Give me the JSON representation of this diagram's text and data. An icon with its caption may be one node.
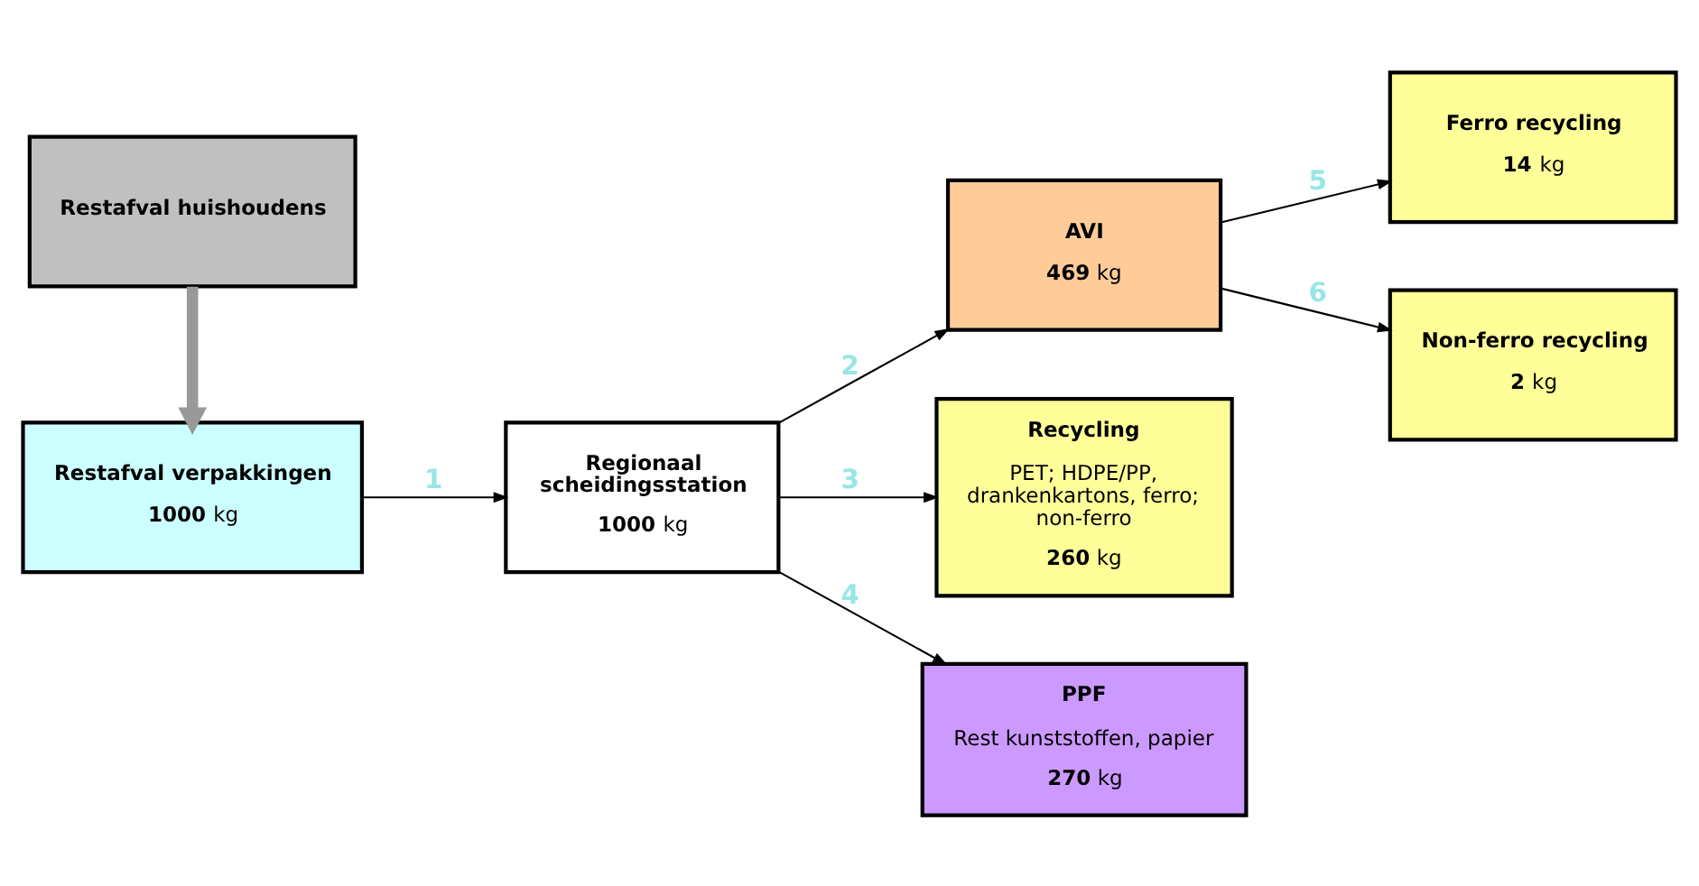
{
  "diagram": {
    "nodes": [
      {
        "text": [
          "Restafval huishoudens"
        ]
      },
      {
        "text": [
          "Restafval verpakkingen",
          "**1000** kg"
        ]
      },
      {
        "text": [
          "Regionaal scheidingsstation",
          "**1000** kg"
        ]
      },
      {
        "text": [
          "AVI",
          "**469** kg"
        ]
      },
      {
        "text": [
          "Recycling",
          "PET; HDPE/PP, drankenkartons, ferro; non-ferro",
          "**260** kg"
        ]
      },
      {
        "text": [
          "PPF",
          "Rest kunststoffen, papier",
          "**270** kg"
        ]
      },
      {
        "text": [
          "Ferro recycling",
          "**14** kg"
        ]
      },
      {
        "text": [
          "Non-ferro recycling",
          "**2** kg"
        ]
      }
    ],
    "edges": [
      {
        "from": 0,
        "to": 1,
        "arrow": "to",
        "style": "thick",
        "color": "#999999"
      },
      {
        "from": 1,
        "to": 2,
        "arrow": "to",
        "label": "1"
      },
      {
        "from": 2,
        "to": 3,
        "arrow": "to",
        "label": "2"
      },
      {
        "from": 2,
        "to": 4,
        "arrow": "to",
        "label": "3"
      },
      {
        "from": 2,
        "to": 5,
        "arrow": "to",
        "label": "4"
      },
      {
        "from": 3,
        "to": 6,
        "arrow": "to",
        "label": "5"
      },
      {
        "from": 3,
        "to": 7,
        "arrow": "to",
        "label": "6"
      }
    ]
  }
}
